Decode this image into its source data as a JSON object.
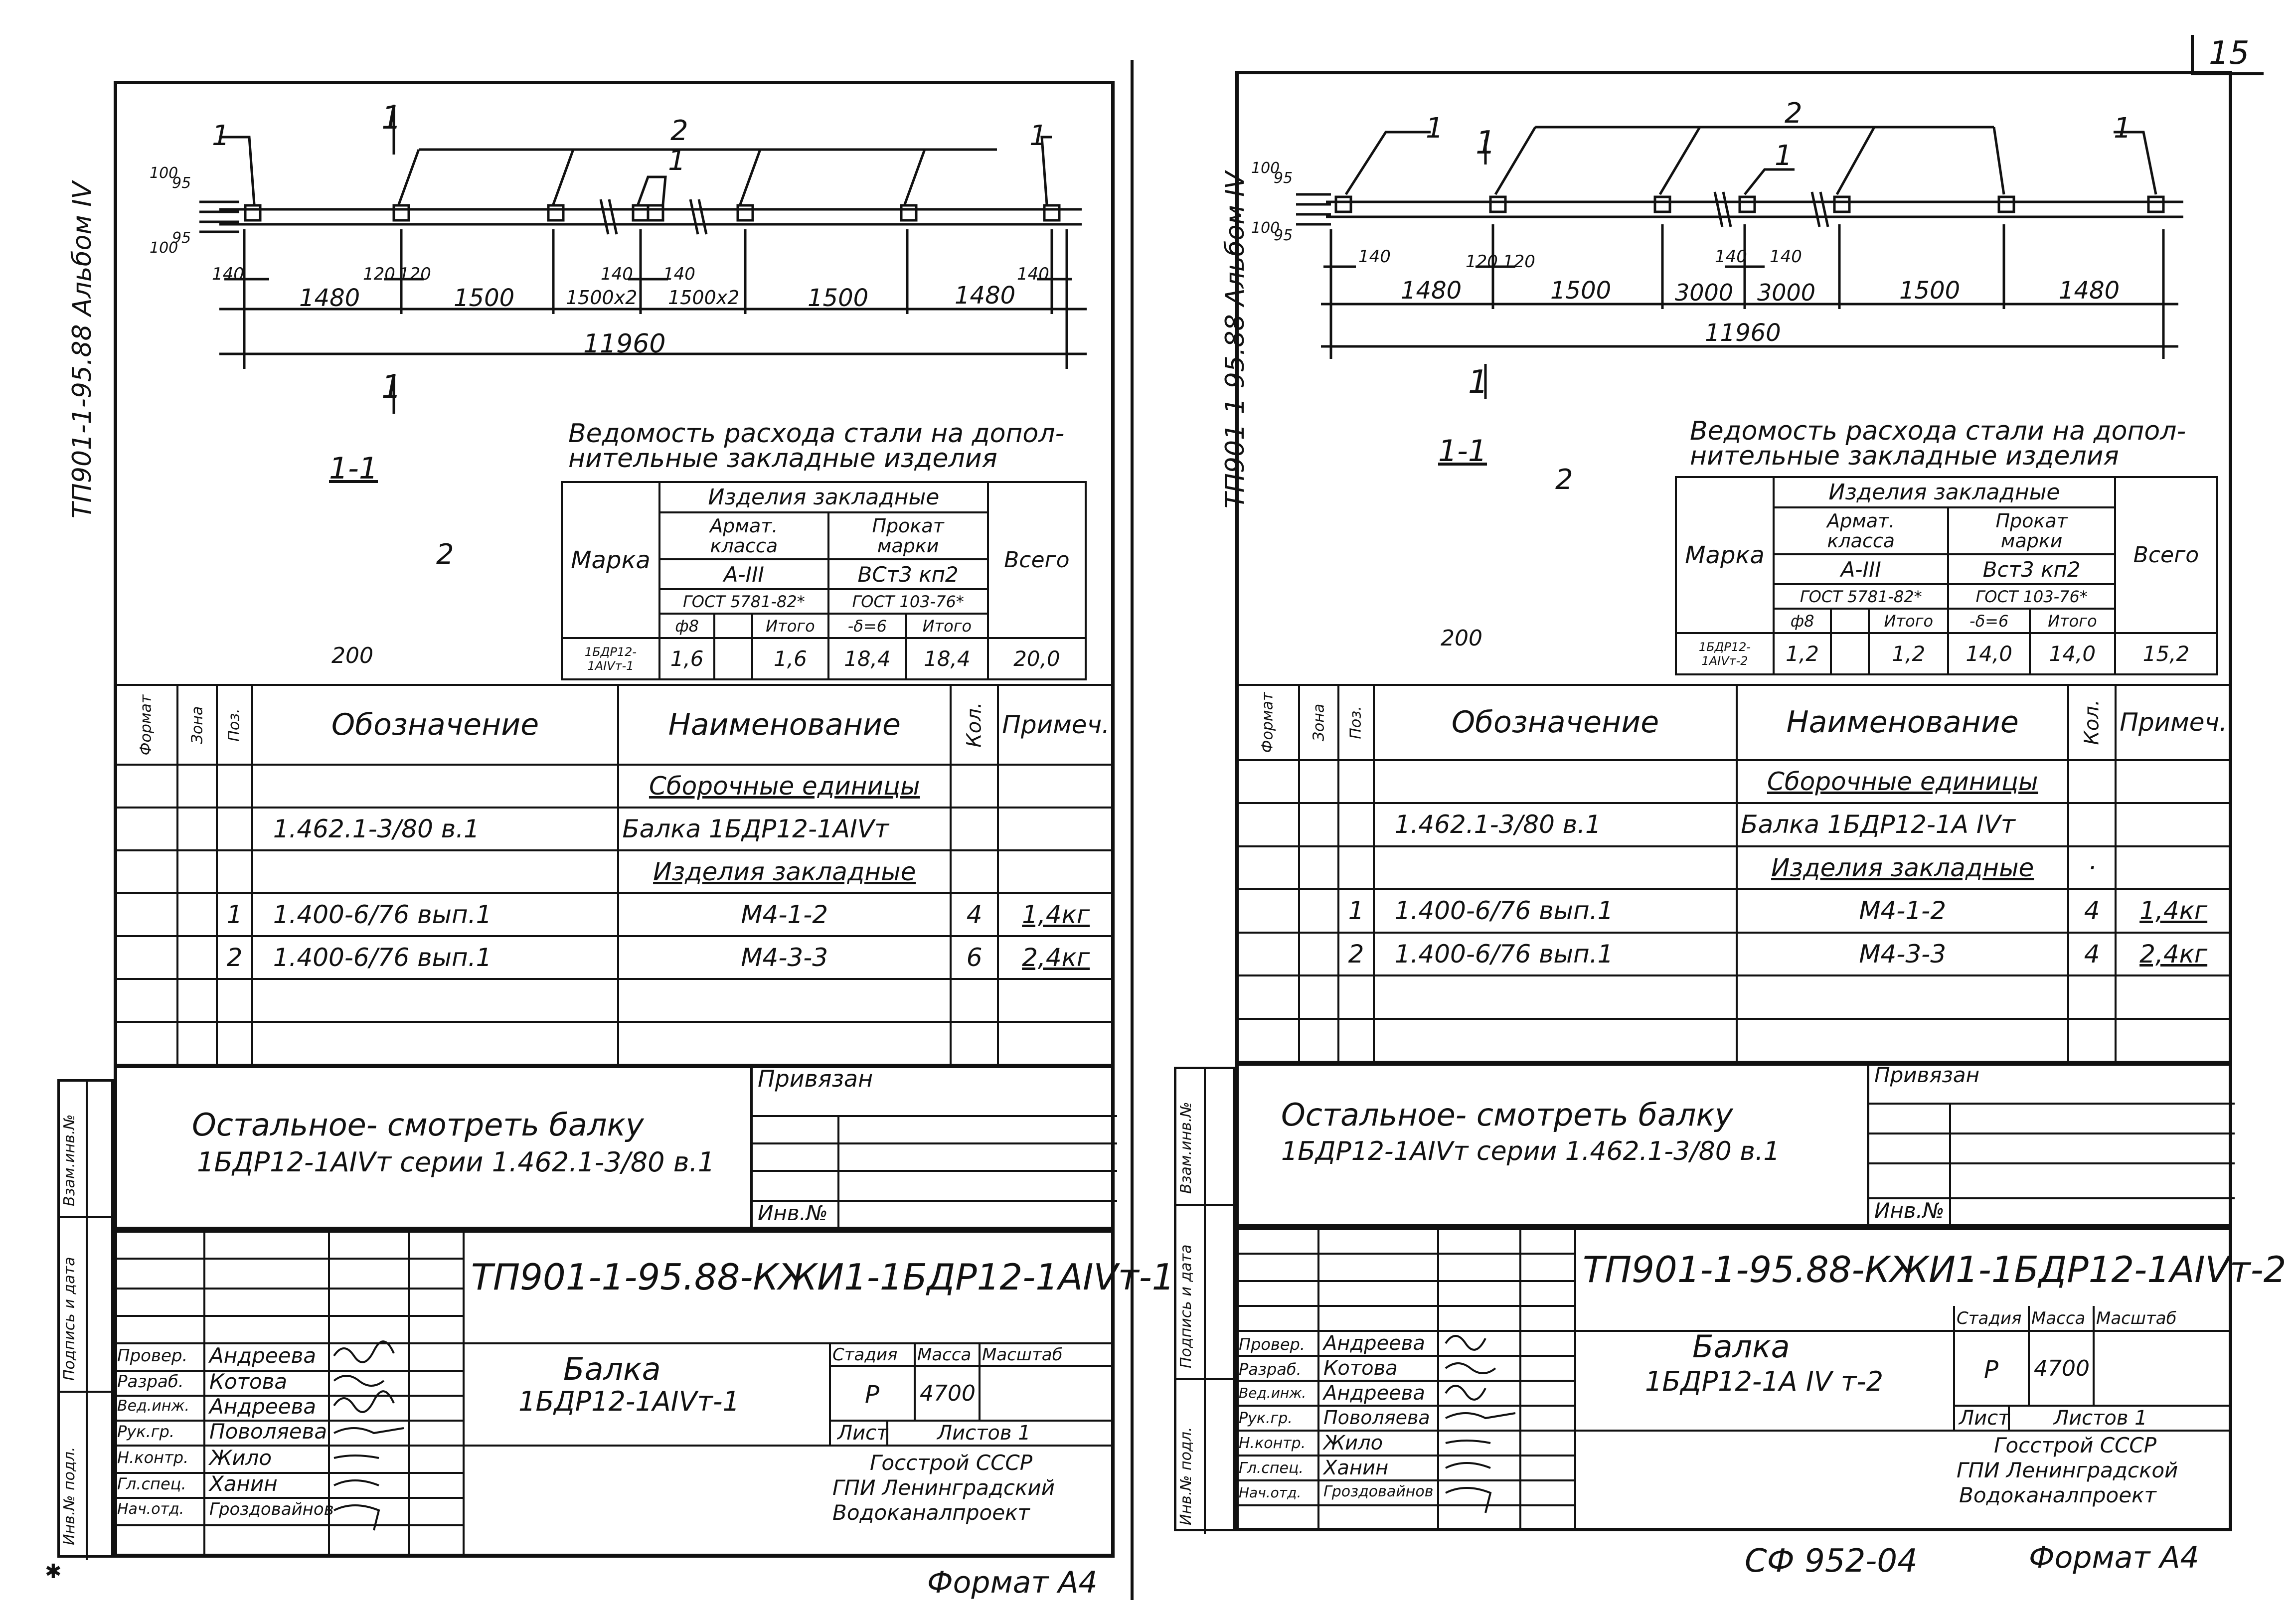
{
  "page_number": "15",
  "divider": true,
  "bottom_center_code": "СФ 952-04",
  "left": {
    "side_code": "ТП901-1-95.88  Альбом IV",
    "dims_small": {
      "d100": "100",
      "d95": "95",
      "d95b": "95",
      "d100b": "100"
    },
    "callouts": [
      "1",
      "2",
      "1",
      "1"
    ],
    "section_marks": [
      "1",
      "1"
    ],
    "dims": [
      "140",
      "120",
      "120",
      "140",
      "140",
      "140"
    ],
    "spans": [
      "1480",
      "1500",
      "1500x2",
      "1500x2",
      "1500",
      "1480"
    ],
    "total": "11960",
    "section_title": "1-1",
    "section_callout": "2",
    "section_width": "200",
    "steel_title": "Ведомость расхода стали на дополнительные закладные изделия",
    "steel_title_l1": "Ведомость расхода стали на допол-",
    "steel_title_l2": "нительные закладные изделия",
    "steel_table": {
      "marka": "Марка",
      "izdelia": "Изделия закладные",
      "armat": "Арматура класса",
      "armat_l1": "Армат.",
      "armat_l2": "класса",
      "prokat_l1": "Прокат",
      "prokat_l2": "марки",
      "a_class": "А-III",
      "prokat_grade": "ВСт3 кп2",
      "gost1": "ГОСТ 5781-82*",
      "gost2": "ГОСТ 103-76*",
      "d8": "ф8",
      "itogo": "Итого",
      "delta": "-δ=6",
      "itogo2": "Итого",
      "vsego": "Всего",
      "row_mark": "1БДР12-1АIVт-1",
      "v1": "1,6",
      "v2": "",
      "v3": "1,6",
      "v4": "18,4",
      "v5": "18,4",
      "v6": "20,0"
    },
    "spec": {
      "h_format": "Формат",
      "h_zona": "Зона",
      "h_poz": "Поз.",
      "h_oboz": "Обозначение",
      "h_naim": "Наименование",
      "h_kol": "Кол.",
      "h_prim": "Примеч.",
      "rows": [
        {
          "poz": "",
          "oboz": "",
          "naim": "Сборочные единицы",
          "kol": "",
          "prim": "",
          "ul": true
        },
        {
          "poz": "",
          "oboz": "1.462.1-3/80  в.1",
          "naim": "Балка 1БДР12-1АIVт",
          "kol": "",
          "prim": "",
          "ul": false
        },
        {
          "poz": "",
          "oboz": "",
          "naim": "Изделия закладные",
          "kol": "",
          "prim": "",
          "ul": true
        },
        {
          "poz": "1",
          "oboz": "1.400-6/76  вып.1",
          "naim": "М4-1-2",
          "kol": "4",
          "prim": "1,4кг",
          "ul": false
        },
        {
          "poz": "2",
          "oboz": "1.400-6/76  вып.1",
          "naim": "М4-3-3",
          "kol": "6",
          "prim": "2,4кг",
          "ul": false
        },
        {
          "poz": "",
          "oboz": "",
          "naim": "",
          "kol": "",
          "prim": "",
          "ul": false
        },
        {
          "poz": "",
          "oboz": "",
          "naim": "",
          "kol": "",
          "prim": "",
          "ul": false
        }
      ]
    },
    "note_l1": "Остальное- смотреть балку",
    "note_l2": "1БДР12-1АIVт серии 1.462.1-3/80  в.1",
    "privyazan": "Привязан",
    "inv_no": "Инв.№",
    "side_labels": [
      "Взам.инв.№",
      "Подпись и дата",
      "Инв.№ подл."
    ],
    "stamp_code": "ТП901-1-95.88-КЖИ1-1БДР12-1АIVт-1",
    "title_l1": "Балка",
    "title_l2": "1БДР12-1АIVт-1",
    "roles": [
      {
        "role": "Провер.",
        "name": "Андреева"
      },
      {
        "role": "Разраб.",
        "name": "Котова"
      },
      {
        "role": "Вед.инж.",
        "name": "Андреева"
      },
      {
        "role": "Рук.гр.",
        "name": "Поволяева"
      },
      {
        "role": "Н.контр.",
        "name": "Жило"
      },
      {
        "role": "Гл.спец.",
        "name": "Ханин"
      },
      {
        "role": "Нач.отд.",
        "name": "Гроздовайнов"
      }
    ],
    "stadia_h": "Стадия",
    "massa_h": "Масса",
    "masshtab_h": "Масштаб",
    "stadia": "Р",
    "massa": "4700",
    "masshtab": "",
    "list": "Лист",
    "listov": "Листов 1",
    "org_l1": "Госстрой СССР",
    "org_l2": "ГПИ Ленинградский",
    "org_l3": "Водоканалпроект",
    "format": "Формат А4"
  },
  "right": {
    "side_code": "ТП901-1-95.88  Альбом IV",
    "dims_small": {
      "d100": "100",
      "d95": "95",
      "d95b": "95",
      "d100b": "100"
    },
    "callouts": [
      "1",
      "2",
      "1",
      "1"
    ],
    "section_marks": [
      "1",
      "1"
    ],
    "dims": [
      "140",
      "120",
      "120",
      "140",
      "140"
    ],
    "spans": [
      "1480",
      "1500",
      "3000",
      "3000",
      "1500",
      "1480"
    ],
    "total": "11960",
    "section_title": "1-1",
    "section_callout": "2",
    "section_width": "200",
    "steel_title": "Ведомость расхода стали на дополнительные закладные изделия",
    "steel_title_l1": "Ведомость расхода стали на допол-",
    "steel_title_l2": "нительные закладные изделия",
    "steel_table": {
      "marka": "Марка",
      "izdelia": "Изделия закладные",
      "armat": "Арматура класса",
      "armat_l1": "Армат.",
      "armat_l2": "класса",
      "prokat_l1": "Прокат",
      "prokat_l2": "марки",
      "a_class": "А-III",
      "prokat_grade": "Вст3 кп2",
      "gost1": "ГОСТ 5781-82*",
      "gost2": "ГОСТ 103-76*",
      "d8": "ф8",
      "itogo": "Итого",
      "delta": "-δ=6",
      "itogo2": "Итого",
      "vsego": "Всего",
      "row_mark": "1БДР12-1АIVт-2",
      "v1": "1,2",
      "v2": "",
      "v3": "1,2",
      "v4": "14,0",
      "v5": "14,0",
      "v6": "15,2"
    },
    "spec": {
      "h_format": "Формат",
      "h_zona": "Зона",
      "h_poz": "Поз.",
      "h_oboz": "Обозначение",
      "h_naim": "Наименование",
      "h_kol": "Кол.",
      "h_prim": "Примеч.",
      "rows": [
        {
          "poz": "",
          "oboz": "",
          "naim": "Сборочные единицы",
          "kol": "",
          "prim": "",
          "ul": true
        },
        {
          "poz": "",
          "oboz": "1.462.1-3/80  в.1",
          "naim": "Балка 1БДР12-1А IVт",
          "kol": "",
          "prim": "",
          "ul": false
        },
        {
          "poz": "",
          "oboz": "",
          "naim": "Изделия закладные",
          "kol": "·",
          "prim": "",
          "ul": true
        },
        {
          "poz": "1",
          "oboz": "1.400-6/76  вып.1",
          "naim": "М4-1-2",
          "kol": "4",
          "prim": "1,4кг",
          "ul": false
        },
        {
          "poz": "2",
          "oboz": "1.400-6/76  вып.1",
          "naim": "М4-3-3",
          "kol": "4",
          "prim": "2,4кг",
          "ul": false
        },
        {
          "poz": "",
          "oboz": "",
          "naim": "",
          "kol": "",
          "prim": "",
          "ul": false
        },
        {
          "poz": "",
          "oboz": "",
          "naim": "",
          "kol": "",
          "prim": "",
          "ul": false
        }
      ]
    },
    "note_l1": "Остальное- смотреть балку",
    "note_l2": "1БДР12-1АIVт серии 1.462.1-3/80  в.1",
    "privyazan": "Привязан",
    "inv_no": "Инв.№",
    "side_labels": [
      "Взам.инв.№",
      "Подпись и дата",
      "Инв.№ подл."
    ],
    "stamp_code": "ТП901-1-95.88-КЖИ1-1БДР12-1АIVт-2",
    "title_l1": "Балка",
    "title_l2": "1БДР12-1А IV т-2",
    "roles": [
      {
        "role": "Провер.",
        "name": "Андреева"
      },
      {
        "role": "Разраб.",
        "name": "Котова"
      },
      {
        "role": "Вед.инж.",
        "name": "Андреева"
      },
      {
        "role": "Рук.гр.",
        "name": "Поволяева"
      },
      {
        "role": "Н.контр.",
        "name": "Жило"
      },
      {
        "role": "Гл.спец.",
        "name": "Ханин"
      },
      {
        "role": "Нач.отд.",
        "name": "Гроздовайнов"
      }
    ],
    "stadia_h": "Стадия",
    "massa_h": "Масса",
    "masshtab_h": "Масштаб",
    "stadia": "Р",
    "massa": "4700",
    "masshtab": "",
    "list": "Лист",
    "listov": "Листов 1",
    "org_l1": "Госстрой СССР",
    "org_l2": "ГПИ Ленинградской",
    "org_l3": "Водоканалпроект",
    "format": "Формат А4"
  }
}
